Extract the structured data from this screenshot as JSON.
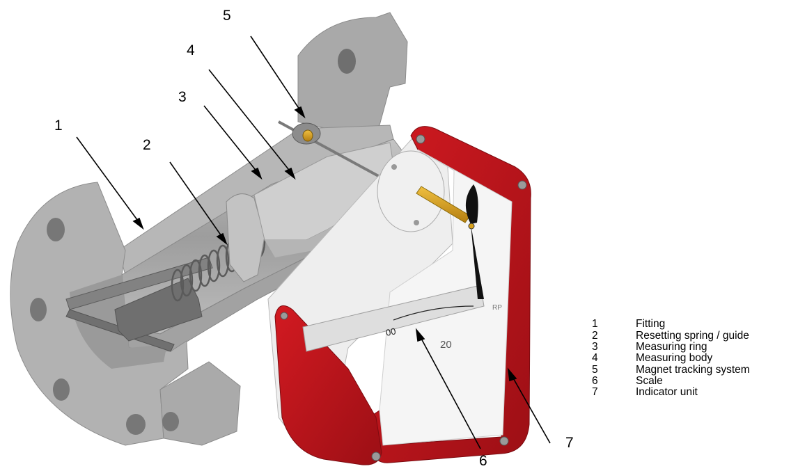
{
  "callouts": [
    {
      "number": "1"
    },
    {
      "number": "2"
    },
    {
      "number": "3"
    },
    {
      "number": "4"
    },
    {
      "number": "5"
    },
    {
      "number": "6"
    },
    {
      "number": "7"
    }
  ],
  "legend": [
    {
      "number": "1",
      "label": "Fitting"
    },
    {
      "number": "2",
      "label": "Resetting spring / guide"
    },
    {
      "number": "3",
      "label": "Measuring ring"
    },
    {
      "number": "4",
      "label": "Measuring body"
    },
    {
      "number": "5",
      "label": "Magnet tracking system"
    },
    {
      "number": "6",
      "label": "Scale"
    },
    {
      "number": "7",
      "label": "Indicator unit"
    }
  ],
  "scale": {
    "tick_00": "00",
    "tick_20": "20",
    "unit": "RP"
  },
  "colors": {
    "fitting_gray": "#a3a3a3",
    "fitting_dark": "#7c7c7c",
    "housing_red": "#c8161d",
    "housing_dark_red": "#8f0e13",
    "brass": "#d9a21c",
    "pointer_black": "#111111",
    "housing_white": "#f2f2f2"
  }
}
